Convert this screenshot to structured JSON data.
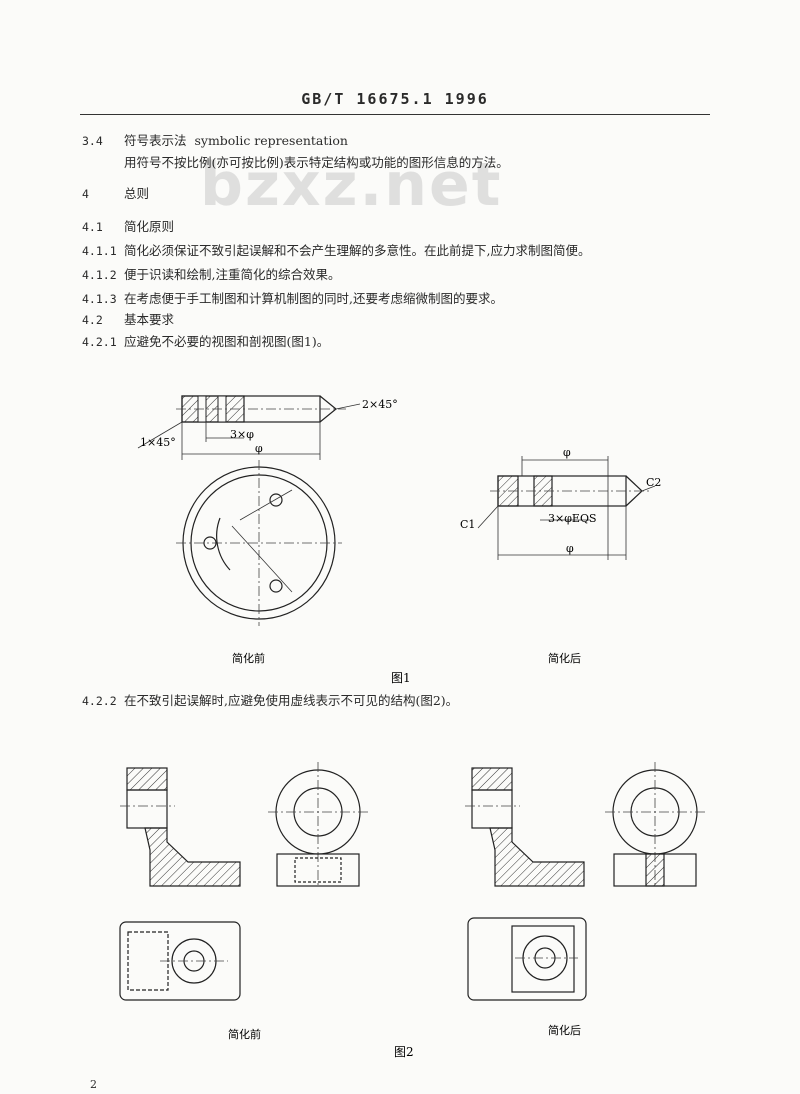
{
  "header": {
    "standard_no": "GB/T 16675.1  1996"
  },
  "watermark": "bzxz.net",
  "body": {
    "s3_4_num": "3.4",
    "s3_4_title": "符号表示法",
    "s3_4_english": "symbolic representation",
    "s3_4_text": "用符号不按比例(亦可按比例)表示特定结构或功能的图形信息的方法。",
    "s4_num": "4",
    "s4_title": "总则",
    "s4_1_num": "4.1",
    "s4_1_title": "简化原则",
    "s4_1_1_num": "4.1.1",
    "s4_1_1_text": "简化必须保证不致引起误解和不会产生理解的多意性。在此前提下,应力求制图简便。",
    "s4_1_2_num": "4.1.2",
    "s4_1_2_text": "便于识读和绘制,注重简化的综合效果。",
    "s4_1_3_num": "4.1.3",
    "s4_1_3_text": "在考虑便于手工制图和计算机制图的同时,还要考虑缩微制图的要求。",
    "s4_2_num": "4.2",
    "s4_2_title": "基本要求",
    "s4_2_1_num": "4.2.1",
    "s4_2_1_text": "应避免不必要的视图和剖视图(图1)。",
    "s4_2_2_num": "4.2.2",
    "s4_2_2_text": "在不致引起误解时,应避免使用虚线表示不可见的结构(图2)。"
  },
  "figure1": {
    "dim_chamfer_left": "1×45°",
    "dim_holes": "3×φ",
    "dim_chamfer_right": "2×45°",
    "dim_diameter": "φ",
    "dim_c1": "C1",
    "dim_c2": "C2",
    "dim_holes_eqs": "3×φEQS",
    "dim_phi_a": "φ",
    "dim_phi_b": "φ",
    "caption_before": "简化前",
    "caption_after": "简化后",
    "label": "图1"
  },
  "figure2": {
    "caption_before": "简化前",
    "caption_after": "简化后",
    "label": "图2"
  },
  "page_number": "2"
}
